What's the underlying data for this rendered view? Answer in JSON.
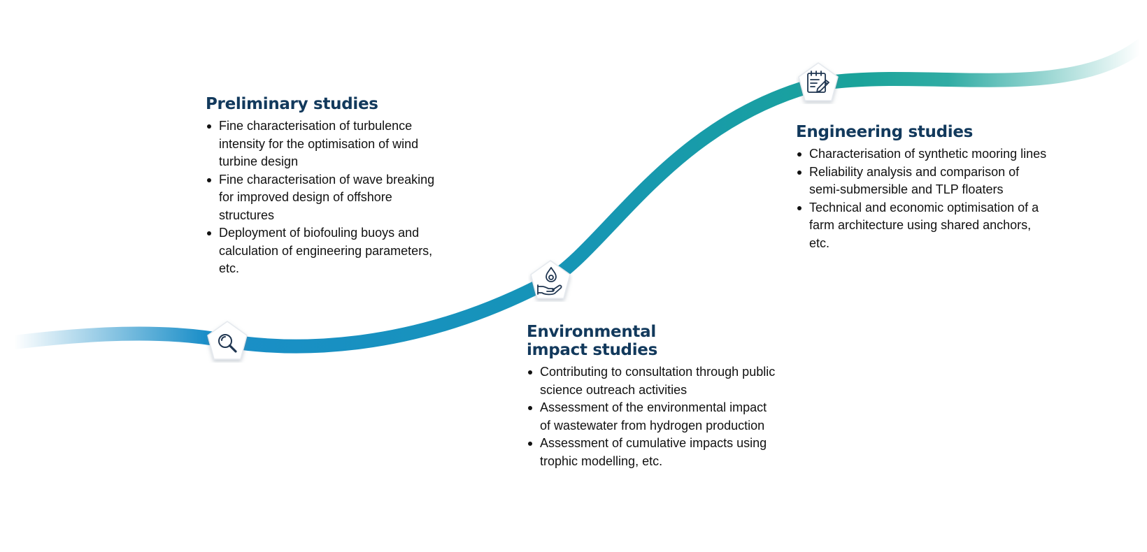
{
  "stages": [
    {
      "title": "Preliminary studies",
      "icon": "magnifier-icon",
      "items": [
        "Fine characterisation of turbulence intensity for the optimisation of wind turbine design",
        "Fine characterisation of wave breaking for improved design of offshore structures",
        "Deployment of biofouling buoys and calculation of engineering parameters, etc."
      ]
    },
    {
      "title": "Environmental impact studies",
      "icon": "hand-drop-icon",
      "items": [
        "Contributing to consultation through public science outreach activities",
        "Assessment of the environmental impact of wastewater from hydrogen production",
        "Assessment of cumulative impacts using trophic modelling, etc."
      ]
    },
    {
      "title": "Engineering studies",
      "icon": "notepad-pencil-icon",
      "items": [
        "Characterisation of synthetic mooring lines",
        "Reliability analysis and comparison of semi-submersible and TLP floaters",
        "Technical and economic optimisation of a farm architecture using shared anchors, etc."
      ]
    }
  ],
  "colors": {
    "title": "#12395c",
    "curve_start": "#1a8ec8",
    "curve_end": "#1aa39a",
    "icon_stroke": "#1f3550"
  }
}
